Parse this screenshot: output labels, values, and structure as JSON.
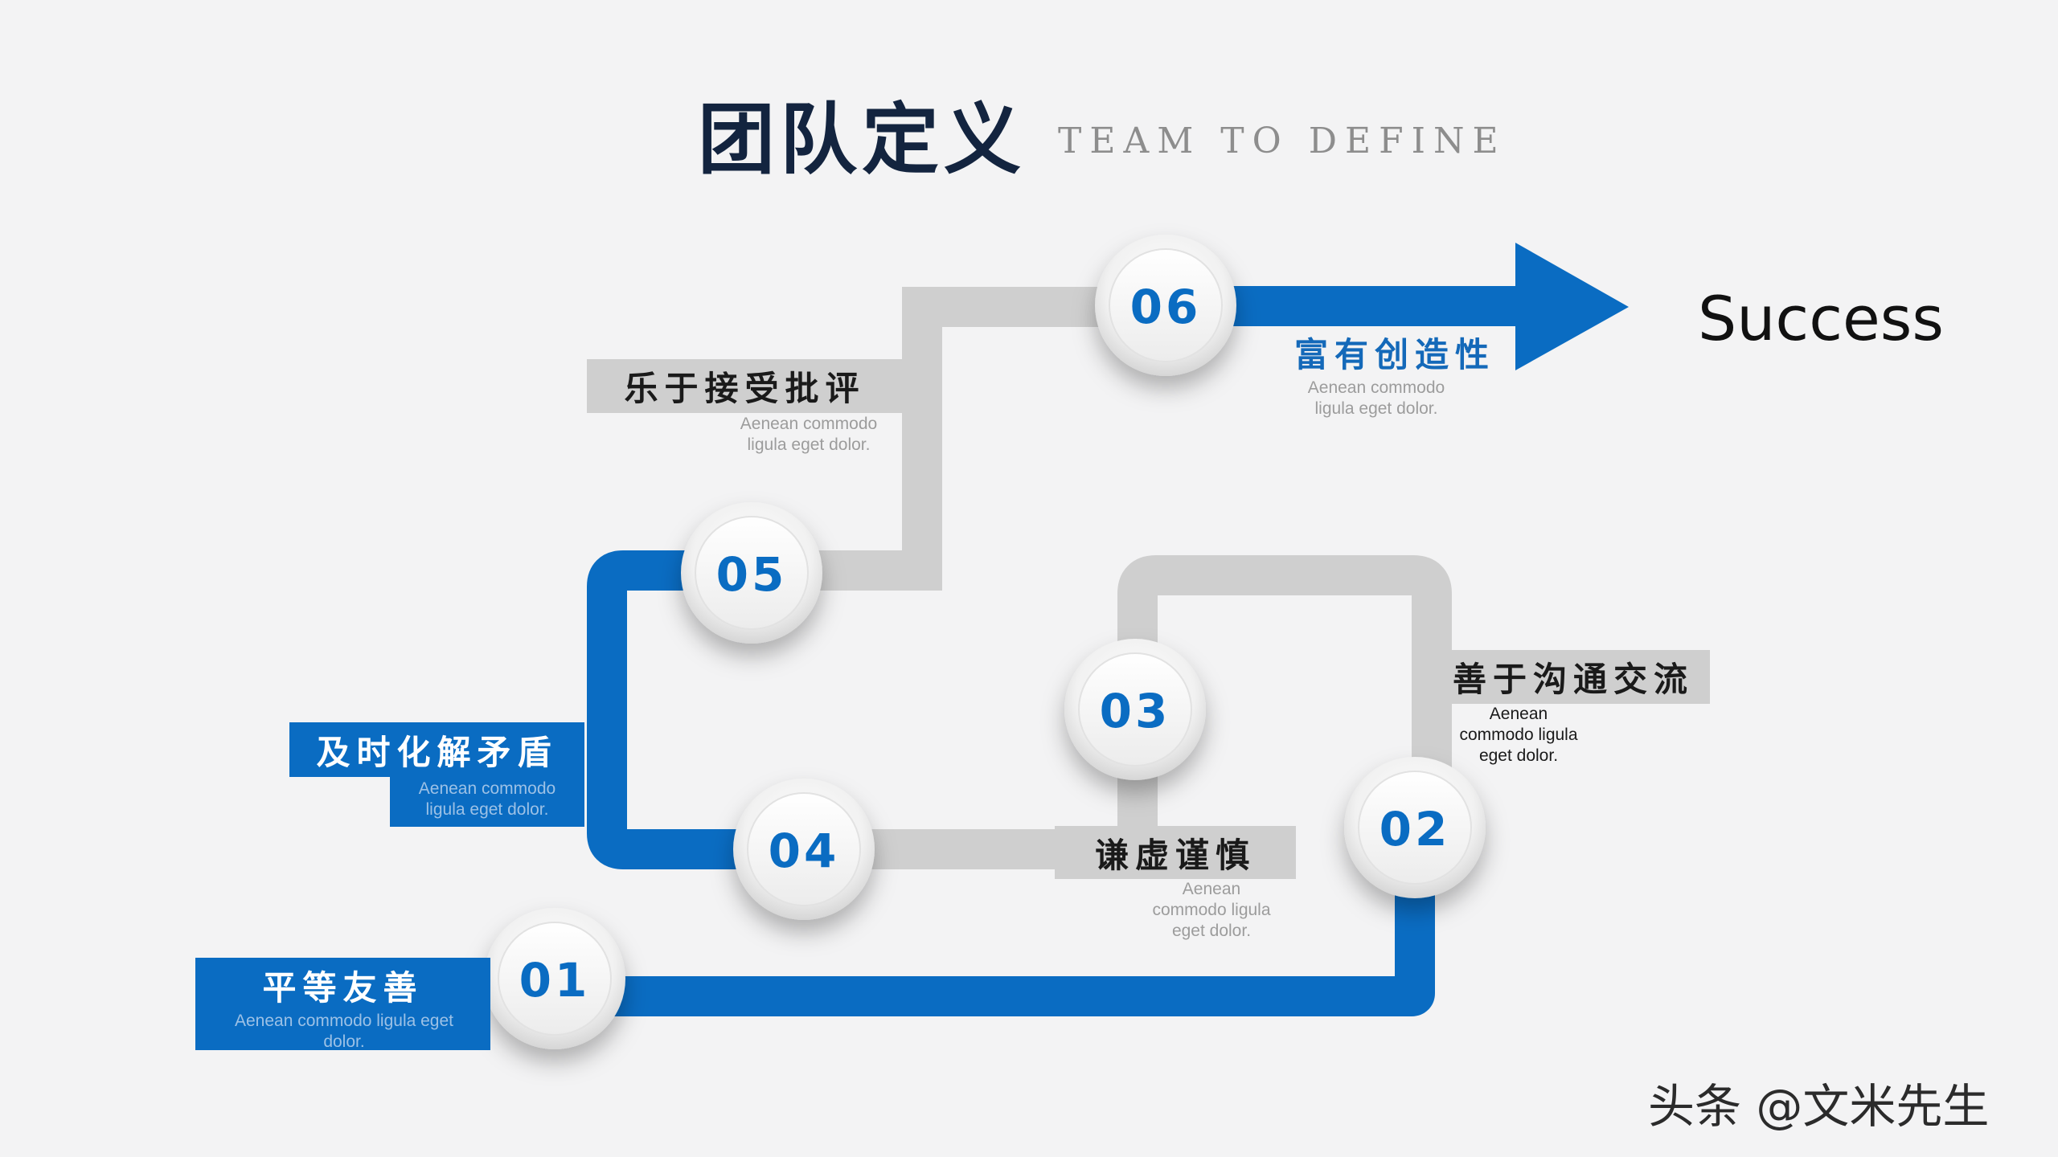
{
  "title": {
    "cn": "团队定义",
    "en": "TEAM TO DEFINE"
  },
  "goal": "Success",
  "steps": [
    {
      "num": "01",
      "title": "平等友善",
      "desc": "Aenean commodo ligula eget dolor."
    },
    {
      "num": "02",
      "title": "善于沟通交流",
      "desc_lines": [
        "Aenean",
        "commodo ligula",
        "eget dolor."
      ]
    },
    {
      "num": "03",
      "title": "谦虚谨慎",
      "desc_lines": [
        "Aenean",
        "commodo ligula",
        "eget dolor."
      ]
    },
    {
      "num": "04",
      "title": "及时化解矛盾",
      "desc_lines": [
        "Aenean commodo",
        "ligula eget dolor."
      ]
    },
    {
      "num": "05",
      "title": "乐于接受批评",
      "desc_lines": [
        "Aenean commodo",
        "ligula eget dolor."
      ]
    },
    {
      "num": "06",
      "title": "富有创造性",
      "desc_lines": [
        "Aenean commodo",
        "ligula eget dolor."
      ]
    }
  ],
  "watermark": "头条 @文米先生",
  "colors": {
    "blue": "#0a6cc2",
    "grey": "#cfcfcf",
    "title": "#13243f",
    "background": "#f3f3f4"
  }
}
